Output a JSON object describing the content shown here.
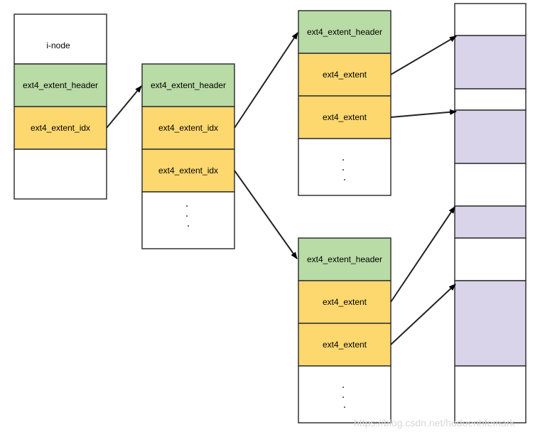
{
  "colors": {
    "header_fill": "#b9dba6",
    "idx_fill": "#fdd86f",
    "extent_fill": "#fdd86f",
    "block_fill": "#d9d4ea",
    "stroke": "#333333"
  },
  "inode": {
    "label": "i-node",
    "header_label": "ext4_extent_header",
    "idx_label": "ext4_extent_idx"
  },
  "index_node": {
    "header_label": "ext4_extent_header",
    "idx1_label": "ext4_extent_idx",
    "idx2_label": "ext4_extent_idx",
    "ellipsis": "· · ·"
  },
  "leaf_top": {
    "header_label": "ext4_extent_header",
    "extent1_label": "ext4_extent",
    "extent2_label": "ext4_extent",
    "ellipsis": "· · ·"
  },
  "leaf_bottom": {
    "header_label": "ext4_extent_header",
    "extent1_label": "ext4_extent",
    "extent2_label": "ext4_extent",
    "ellipsis": "· · ·"
  },
  "disk_blocks": {
    "description_icon": "data-block-column"
  },
  "watermark": "https://blog.csdn.net/hodoenhfemark"
}
